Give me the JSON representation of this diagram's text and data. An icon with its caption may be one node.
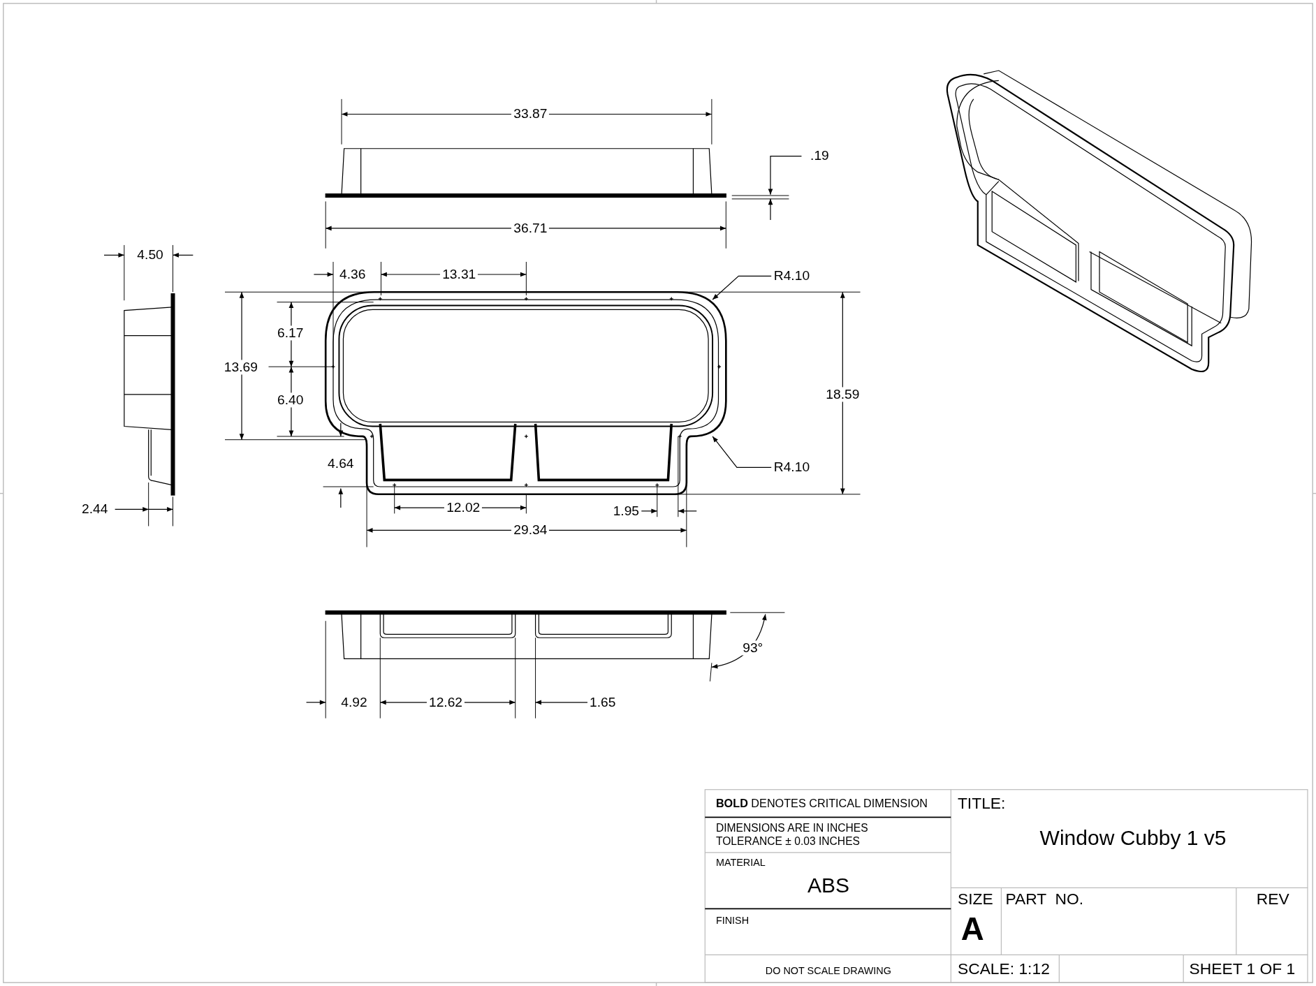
{
  "diagram": {
    "nodes": [
      {
        "text": [
          "R4.10"
        ]
      },
      {
        "text": [
          "R4.10"
        ]
      }
    ],
    "edges": [
      {
        "from": 0,
        "to": null,
        "arrow": "to"
      },
      {
        "from": 1,
        "to": null,
        "arrow": "to"
      }
    ],
    "labels": [
      "33.87",
      ".19",
      "36.71",
      "4.50",
      "4.36",
      "13.31",
      "6.17",
      "13.69",
      "6.40",
      "18.59",
      "4.64",
      "2.44",
      "12.02",
      "1.95",
      "29.34",
      "93°",
      "4.92",
      "12.62",
      "1.65",
      "**BOLD** DENOTES CRITICAL DIMENSION",
      "TITLE:",
      "DIMENSIONS ARE IN INCHES",
      "TOLERANCE ± 0.03 INCHES",
      "Window Cubby 1 v5",
      "MATERIAL",
      "ABS",
      "SIZE",
      "PART  NO.",
      "REV",
      "A",
      "FINISH",
      "DO NOT SCALE DRAWING",
      "SCALE: 1:12",
      "SHEET 1 OF 1"
    ]
  }
}
